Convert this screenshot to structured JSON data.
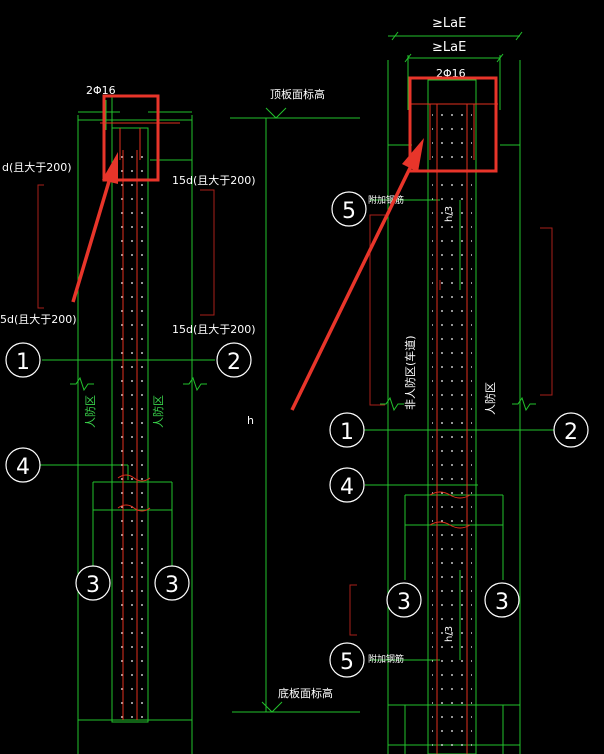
{
  "colors": {
    "background": "#000000",
    "line_green": "#22c22c",
    "text_white": "#ffffff",
    "text_green": "#39d14a",
    "rebar_red": "#e0301e",
    "highlight_red": "#e8352a",
    "dark_red": "#a8201a"
  },
  "left_detail": {
    "rebar_top": "2Φ16",
    "anchor_left_top": "d(且大于200)",
    "anchor_right_top": "15d(且大于200)",
    "anchor_left_bottom": "5d(且大于200)",
    "anchor_right_bottom": "15d(且大于200)",
    "top_elevation": "顶板面标高",
    "bottom_elevation": "底板面标高",
    "height_label": "h",
    "zone_left": "人防区",
    "zone_right": "人防区",
    "markers": {
      "m1": "1",
      "m2": "2",
      "m3a": "3",
      "m3b": "3",
      "m4": "4"
    }
  },
  "right_detail": {
    "lae_outer": "≥LaE",
    "lae_inner": "≥LaE",
    "rebar_top": "2Φ16",
    "splice_top": "附加钢筋",
    "splice_bottom": "附加钢筋",
    "h3_top": "h/3",
    "h3_bottom": "h/3",
    "zone_left": "非人防区(车道)",
    "zone_right": "人防区",
    "markers": {
      "m1": "1",
      "m2": "2",
      "m3a": "3",
      "m3b": "3",
      "m4": "4",
      "m5a": "5",
      "m5b": "5"
    }
  }
}
